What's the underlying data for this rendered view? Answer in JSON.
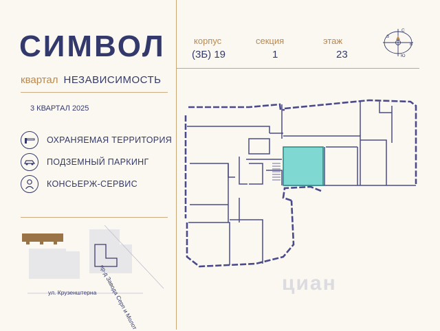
{
  "brand": {
    "logo": "СИМВОЛ",
    "quarter_word": "квартал",
    "quarter_name": "НЕЗАВИСИМОСТЬ"
  },
  "completion": "3 КВАРТАЛ 2025",
  "features": [
    {
      "icon": "barrier-icon",
      "label": "ОХРАНЯЕМАЯ ТЕРРИТОРИЯ"
    },
    {
      "icon": "car-icon",
      "label": "ПОДЗЕМНЫЙ ПАРКИНГ"
    },
    {
      "icon": "concierge-icon",
      "label": "КОНСЬЕРЖ-СЕРВИС"
    }
  ],
  "info": {
    "building_label": "корпус",
    "building_value": "(3Б) 19",
    "section_label": "секция",
    "section_value": "1",
    "floor_label": "этаж",
    "floor_value": "23"
  },
  "compass": {
    "north": "С",
    "south": "Ю",
    "west": "З",
    "east": "В"
  },
  "map": {
    "street_bottom": "ул. Крузенштерна",
    "street_right": "пр-д Завода Серп и Молот"
  },
  "watermark": "циан",
  "colors": {
    "brand": "#33396b",
    "accent": "#b9894e",
    "selected_unit": "#7fd9d2",
    "wall": "#4a4a8a"
  }
}
